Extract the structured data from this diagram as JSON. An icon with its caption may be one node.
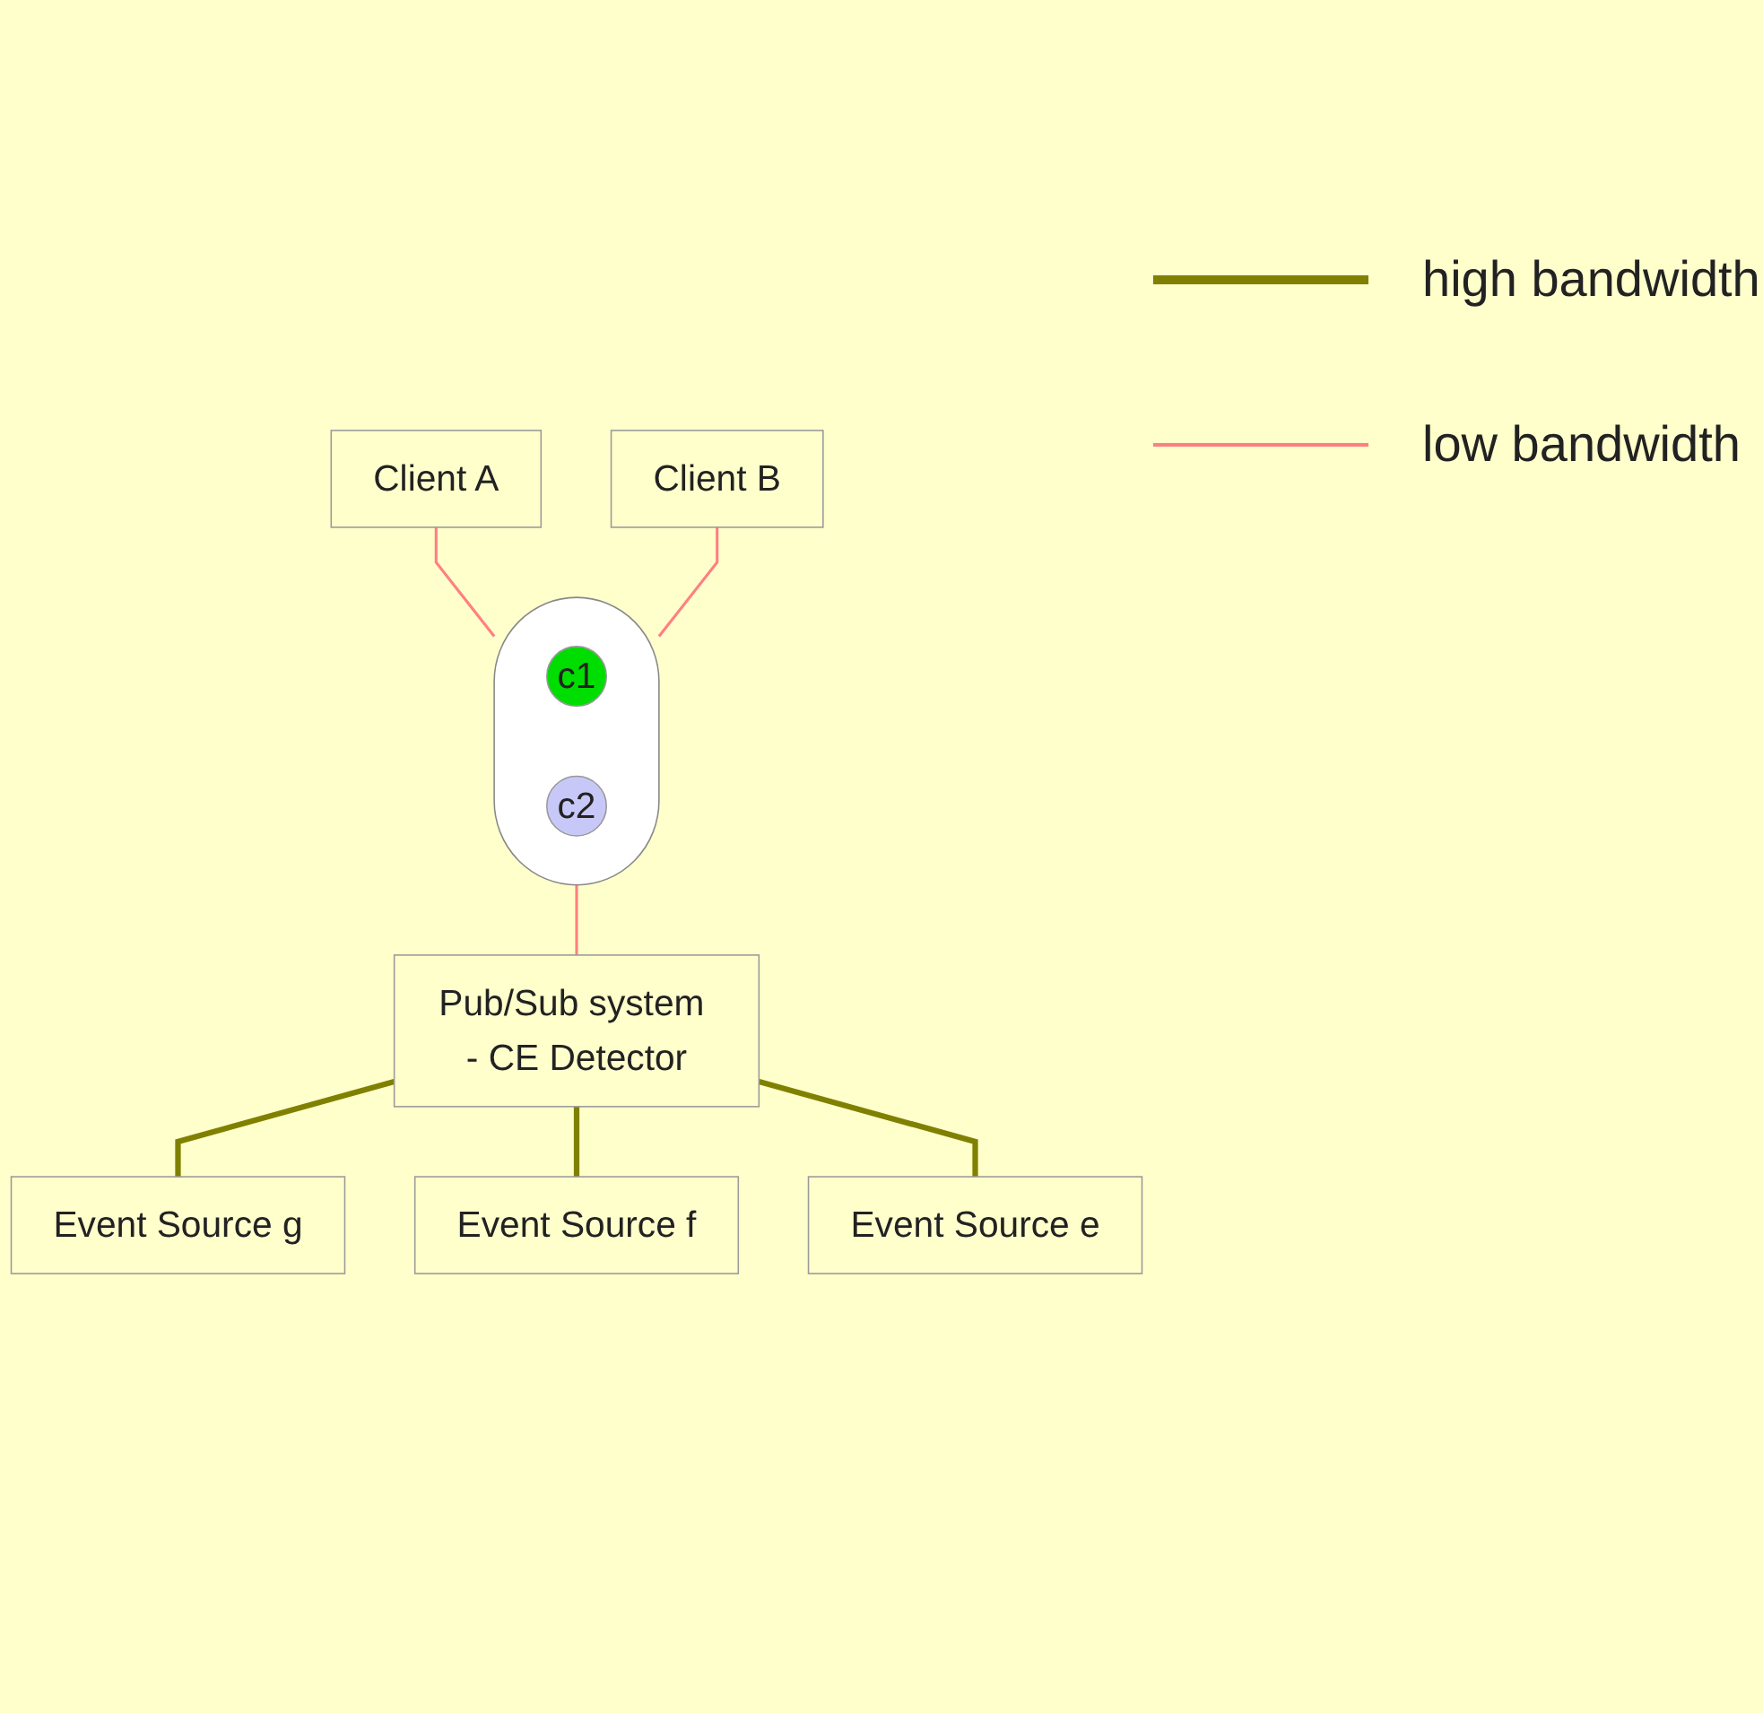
{
  "diagram": {
    "nodes": [
      {
        "text": [
          "Client A"
        ]
      },
      {
        "text": [
          "Client B"
        ]
      },
      {
        "text": [],
        "shape": "cloud"
      },
      {
        "text": [
          "c1"
        ],
        "in": 2
      },
      {
        "text": [
          "c2"
        ],
        "in": 2
      },
      {
        "text": [
          "Pub/Sub system - CE Detector"
        ]
      },
      {
        "text": [
          "Event Source g"
        ]
      },
      {
        "text": [
          "Event Source f"
        ]
      },
      {
        "text": [
          "Event Source e"
        ]
      }
    ],
    "edges": [
      {
        "from": 0,
        "to": 2,
        "arrow": "none",
        "color": "#ff8080"
      },
      {
        "from": 1,
        "to": 2,
        "arrow": "none",
        "color": "#ff8080"
      },
      {
        "from": 2,
        "to": 5,
        "arrow": "none",
        "color": "#ff8080"
      },
      {
        "from": 5,
        "to": 6,
        "arrow": "none",
        "style": "thick",
        "color": "#808000"
      },
      {
        "from": 5,
        "to": 7,
        "arrow": "none",
        "style": "thick",
        "color": "#808000"
      },
      {
        "from": 5,
        "to": 8,
        "arrow": "none",
        "style": "thick",
        "color": "#808000"
      }
    ],
    "legend": [
      {
        "text": "high bandwidth"
      },
      {
        "text": "low bandwidth"
      }
    ]
  }
}
